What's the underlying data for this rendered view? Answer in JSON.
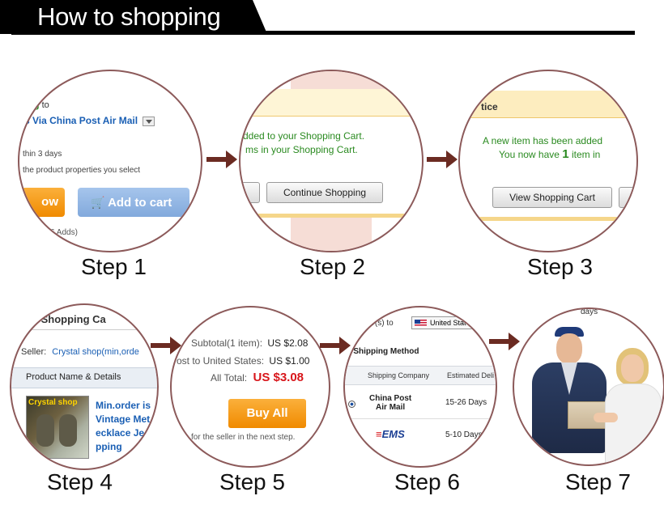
{
  "header": {
    "title": "How to shopping"
  },
  "steps": {
    "s1": {
      "label": "Step 1",
      "line1_green": "ing",
      "line1_rest": "to",
      "shipping_link": "s Via China Post Air Mail",
      "delivery": "thin 3 days",
      "properties": "the product properties you select",
      "buy_btn": "ow",
      "cart_btn": "Add to cart",
      "adds": "6 Adds)"
    },
    "s2": {
      "label": "Step 2",
      "line1": "dded to your Shopping Cart.",
      "line2": "ms in your Shopping Cart.",
      "continue_btn": "Continue Shopping"
    },
    "s3": {
      "label": "Step 3",
      "notice": "tice",
      "line1": "A new item has been added",
      "line2_pre": "You now have",
      "count": "1",
      "line2_post": "item in",
      "view_btn": "View Shopping Cart"
    },
    "s4": {
      "label": "Step 4",
      "title": "ur Shopping Ca",
      "seller_label": "Seller:",
      "seller_name": "Crystal shop(min,orde",
      "col_header": "Product Name & Details",
      "thumb_text": "Crystal shop",
      "prod1": "Min.order is",
      "prod2": "Vintage Met",
      "prod3": "ecklace Je",
      "prod4": "pping"
    },
    "s5": {
      "label": "Step 5",
      "subtotal_label": "Subtotal(1 item):",
      "subtotal_value": "US $2.08",
      "post_label": "ost to United States:",
      "post_value": "US $1.00",
      "total_label": "All Total:",
      "total_value": "US $3.08",
      "buy_all": "Buy All",
      "footer": "for the seller in the next step."
    },
    "s6": {
      "label": "Step 6",
      "top": "er(s) to",
      "country": "United Stat",
      "method": "e Shipping Method",
      "col1": "Shipping Company",
      "col2": "Estimated Deli",
      "row1_name1": "China Post",
      "row1_name2": "Air Mail",
      "row1_days": "15-26 Days",
      "row2_name": "EMS",
      "row2_days": "5-10 Days"
    },
    "s7": {
      "label": "Step 7",
      "top": "days"
    }
  },
  "colors": {
    "circle_border": "#8c5a5a",
    "arrow": "#6b2b22",
    "orange": "#f79a1c",
    "cart_blue": "#8fb5e2",
    "green_text": "#2a8a20",
    "link_blue": "#1a5fb4",
    "price_red": "#d8161b"
  }
}
